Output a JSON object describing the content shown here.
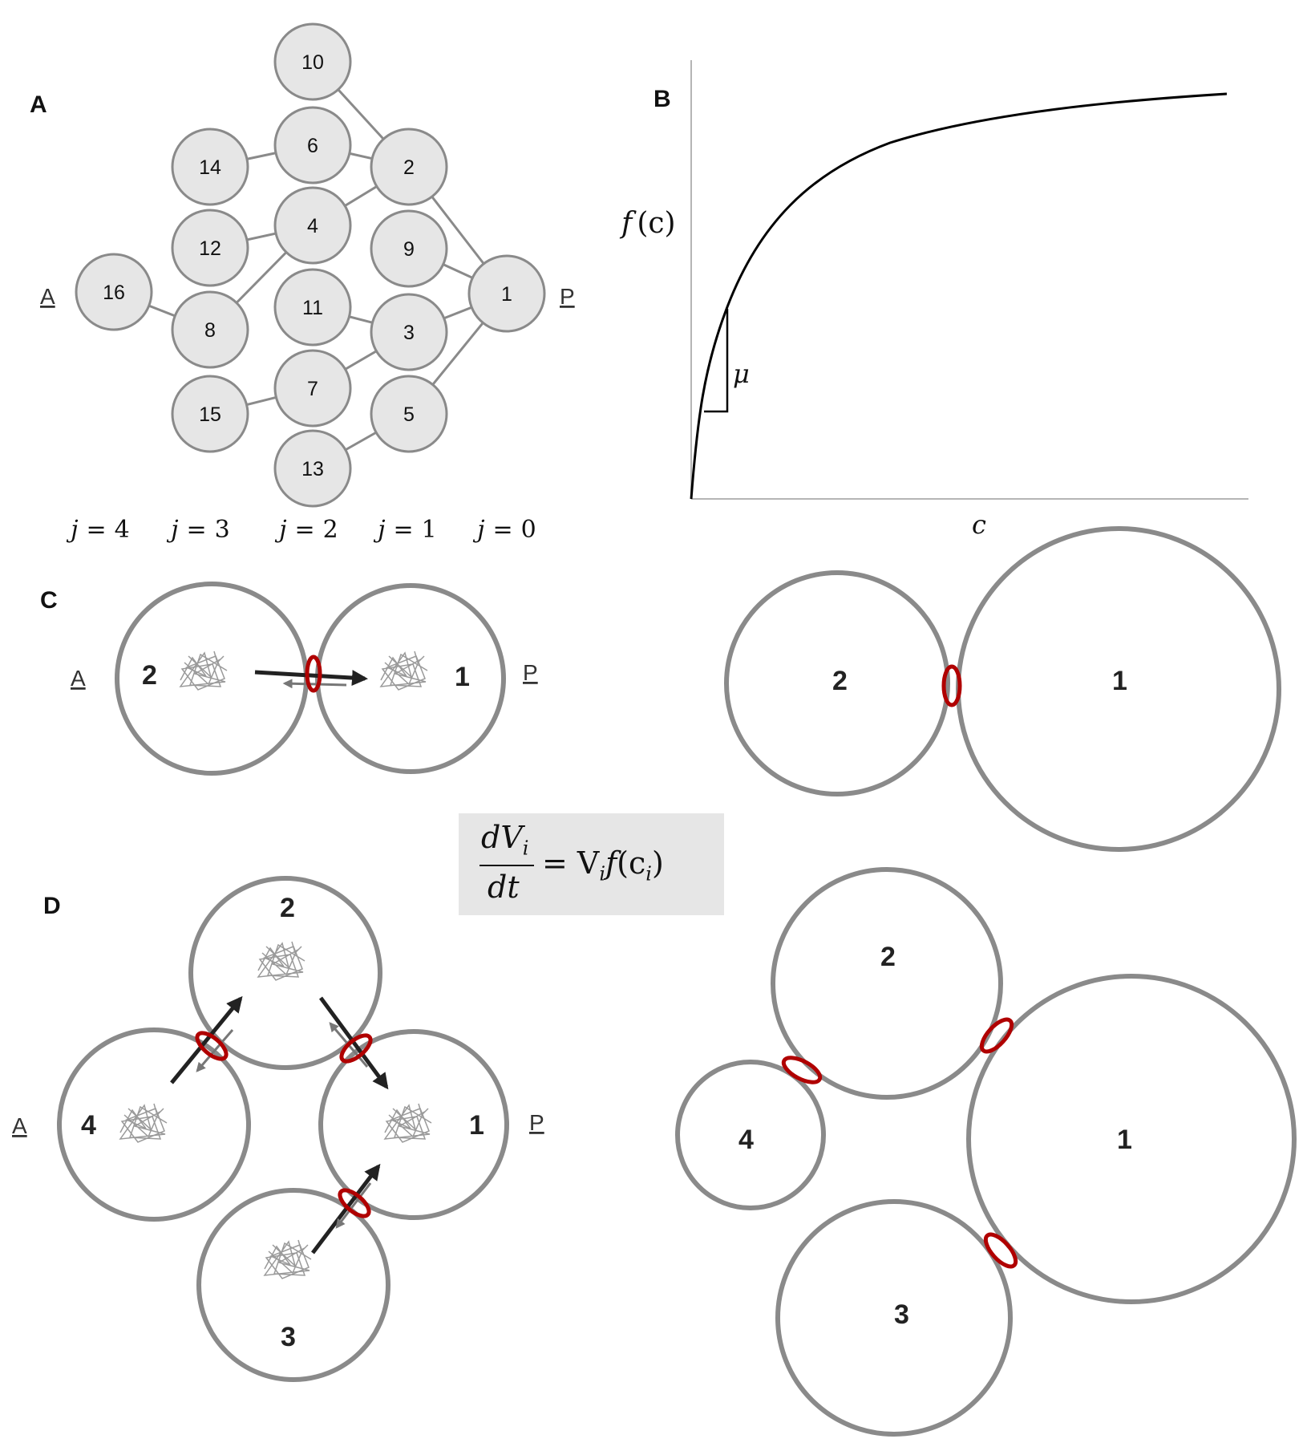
{
  "panels": {
    "a": "A",
    "b": "B",
    "c": "C",
    "d": "D"
  },
  "network": {
    "nodes": [
      "1",
      "2",
      "3",
      "4",
      "5",
      "6",
      "7",
      "8",
      "9",
      "10",
      "11",
      "12",
      "13",
      "14",
      "15",
      "16"
    ],
    "edges": [
      [
        "10",
        "2"
      ],
      [
        "6",
        "2"
      ],
      [
        "6",
        "14"
      ],
      [
        "4",
        "2"
      ],
      [
        "4",
        "8"
      ],
      [
        "12",
        "4"
      ],
      [
        "16",
        "8"
      ],
      [
        "11",
        "3"
      ],
      [
        "7",
        "3"
      ],
      [
        "7",
        "15"
      ],
      [
        "13",
        "5"
      ],
      [
        "2",
        "1"
      ],
      [
        "9",
        "1"
      ],
      [
        "3",
        "1"
      ],
      [
        "5",
        "1"
      ]
    ],
    "anterior_label": "A",
    "posterior_label": "P",
    "levels": [
      {
        "var": "j",
        "op": "=",
        "val": "4"
      },
      {
        "var": "j",
        "op": "=",
        "val": "3"
      },
      {
        "var": "j",
        "op": "=",
        "val": "2"
      },
      {
        "var": "j",
        "op": "=",
        "val": "1"
      },
      {
        "var": "j",
        "op": "=",
        "val": "0"
      }
    ]
  },
  "growth_curve": {
    "ylabel_f": "f",
    "ylabel_arg": "(c)",
    "xlabel": "c",
    "slope_label": "μ"
  },
  "panel_c": {
    "left_cell": "2",
    "right_cell": "1",
    "anterior_label": "A",
    "posterior_label": "P",
    "grown_left_cell": "2",
    "grown_right_cell": "1"
  },
  "equation": {
    "numerator": "dV",
    "numerator_sub": "i",
    "denominator": "dt",
    "rhs_v": "= V",
    "rhs_v_sub": "i",
    "rhs_f": "f",
    "rhs_c": "(c",
    "rhs_c_sub": "i",
    "rhs_close": ")"
  },
  "panel_d": {
    "cells": {
      "top": "2",
      "left": "4",
      "right": "1",
      "bottom": "3"
    },
    "anterior_label": "A",
    "posterior_label": "P",
    "grown_cells": {
      "top": "2",
      "left": "4",
      "right": "1",
      "bottom": "3"
    }
  }
}
